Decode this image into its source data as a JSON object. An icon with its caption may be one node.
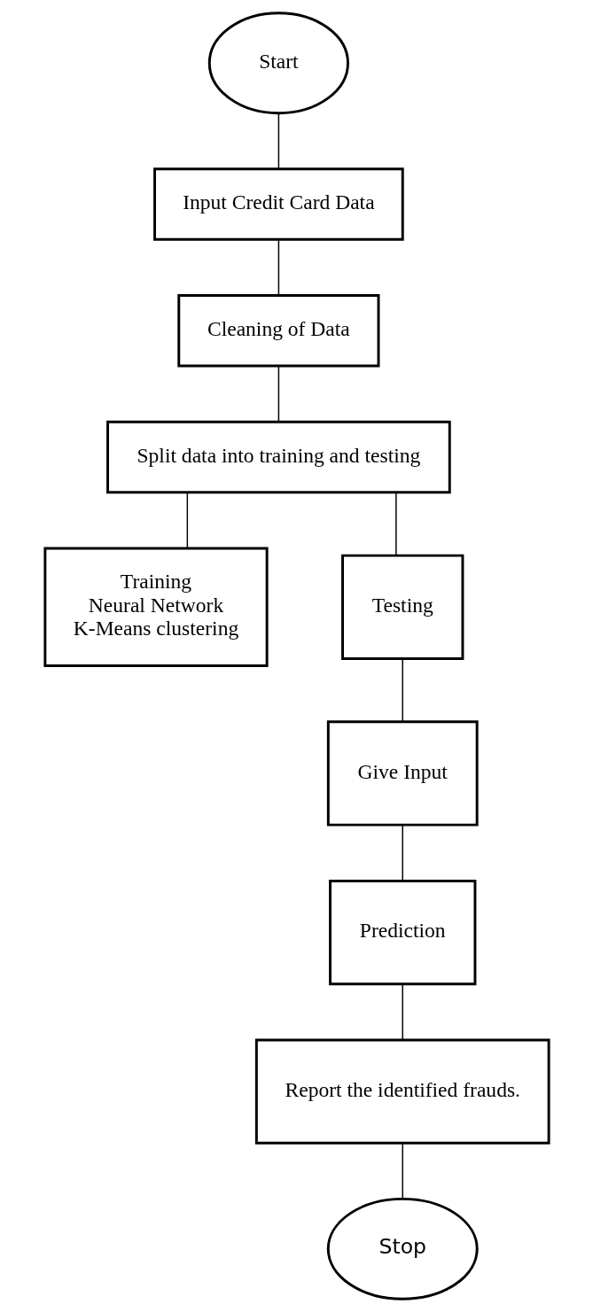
{
  "diagram": {
    "nodes": [
      {
        "text": [
          "Start"
        ]
      },
      {
        "text": [
          "Input Credit Card Data"
        ]
      },
      {
        "text": [
          "Cleaning of Data"
        ]
      },
      {
        "text": [
          "Split data into training and testing"
        ]
      },
      {
        "text": [
          "Training",
          "Neural Network",
          "K-Means clustering"
        ]
      },
      {
        "text": [
          "Testing"
        ]
      },
      {
        "text": [
          "Give Input"
        ]
      },
      {
        "text": [
          "Prediction"
        ]
      },
      {
        "text": [
          "Report the identified frauds."
        ]
      },
      {
        "text": [
          "Stop"
        ]
      }
    ],
    "edges": [
      {
        "from": 0,
        "to": 1,
        "arrow": "none"
      },
      {
        "from": 1,
        "to": 2,
        "arrow": "none"
      },
      {
        "from": 2,
        "to": 3,
        "arrow": "none"
      },
      {
        "from": 3,
        "to": 4,
        "arrow": "none"
      },
      {
        "from": 3,
        "to": 5,
        "arrow": "none"
      },
      {
        "from": 5,
        "to": 6,
        "arrow": "none"
      },
      {
        "from": 6,
        "to": 7,
        "arrow": "none"
      },
      {
        "from": 7,
        "to": 8,
        "arrow": "none"
      },
      {
        "from": 8,
        "to": 9,
        "arrow": "none"
      }
    ]
  }
}
